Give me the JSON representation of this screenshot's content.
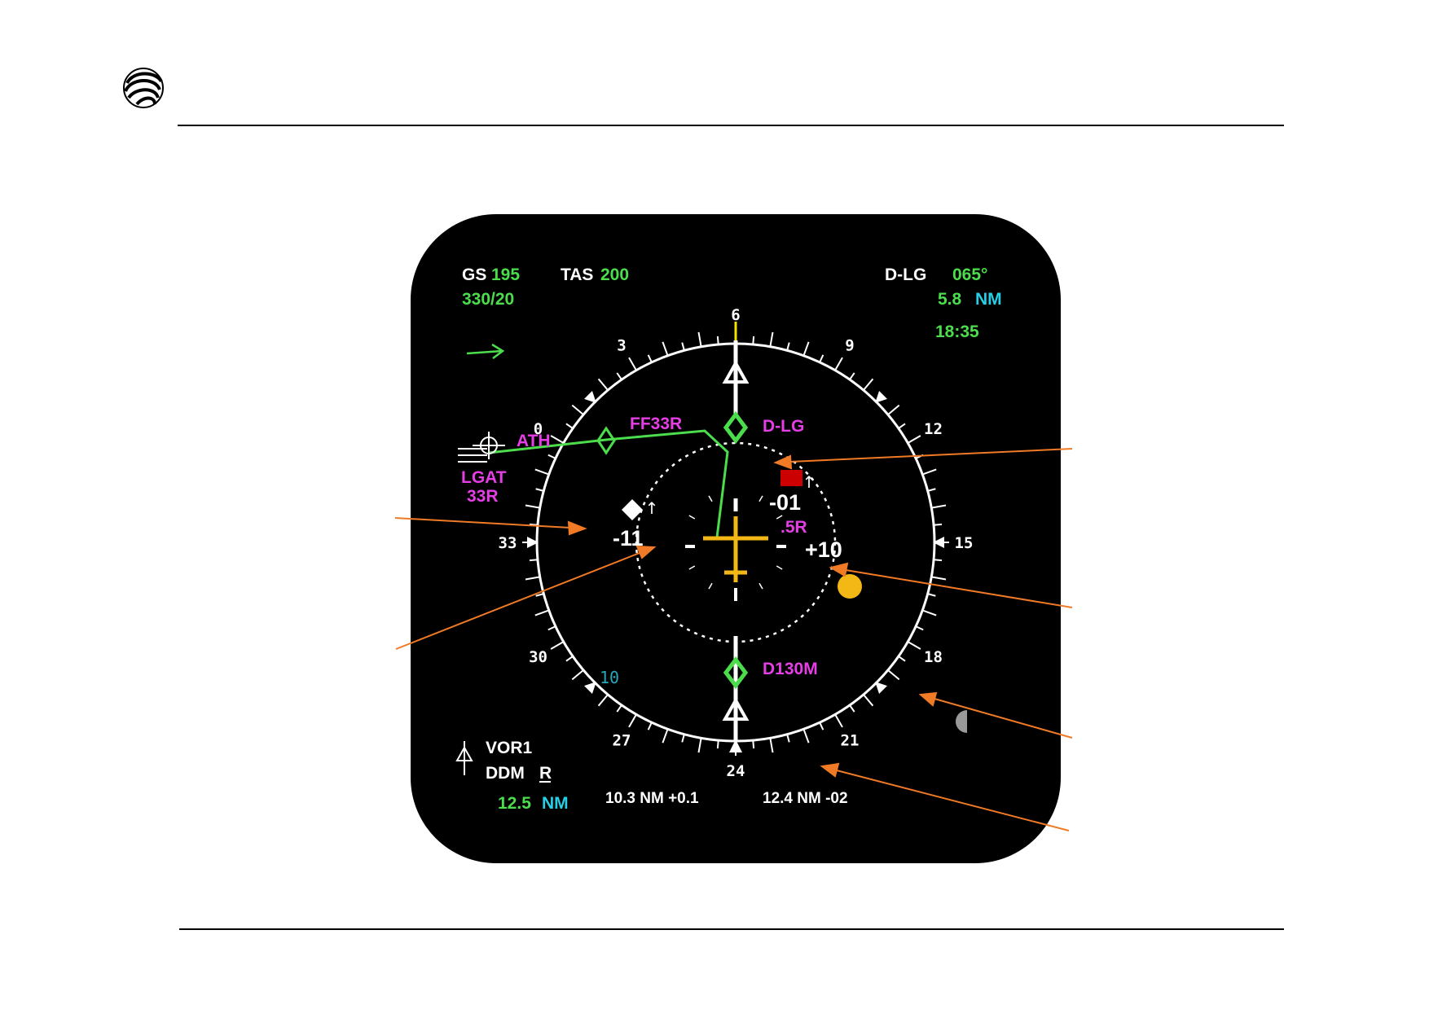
{
  "colors": {
    "background": "#ffffff",
    "screen": "#000000",
    "white": "#ffffff",
    "green": "#4cdd4c",
    "magenta": "#e43ee4",
    "cyan": "#26cfe6",
    "yellow": "#f4b816",
    "orange": "#f07a25",
    "red": "#cc0000",
    "grey": "#999999"
  },
  "icons": {
    "logo": "swirl-logo-icon",
    "wind": "wind-arrow-icon",
    "vor": "vor-needle-icon"
  },
  "top_left": {
    "gs_label": "GS",
    "gs_value": "195",
    "tas_label": "TAS",
    "tas_value": "200",
    "wind": "330/20"
  },
  "top_right": {
    "ident": "D-LG",
    "bearing": "065°",
    "distance_value": "5.8",
    "distance_unit": "NM",
    "eta": "18:35"
  },
  "compass": {
    "headings": [
      "0",
      "3",
      "6",
      "9",
      "12",
      "15",
      "18",
      "21",
      "24",
      "27",
      "30",
      "33"
    ],
    "range_label": "10"
  },
  "waypoints": {
    "ath": "ATH",
    "ff33r": "FF33R",
    "dlg": "D-LG",
    "runway_airport": "LGAT",
    "runway_id": "33R",
    "d130m": "D130M"
  },
  "traffic": {
    "left_value": "-11",
    "red_value": "-01",
    "red_offset": ".5R",
    "right_value": "+10"
  },
  "bottom": {
    "vor_label": "VOR1",
    "ddm_label": "DDM",
    "ddm_side": "R",
    "vor_distance_value": "12.5",
    "vor_distance_unit": "NM",
    "readout_1": "10.3 NM +0.1",
    "readout_2": "12.4 NM -02"
  }
}
